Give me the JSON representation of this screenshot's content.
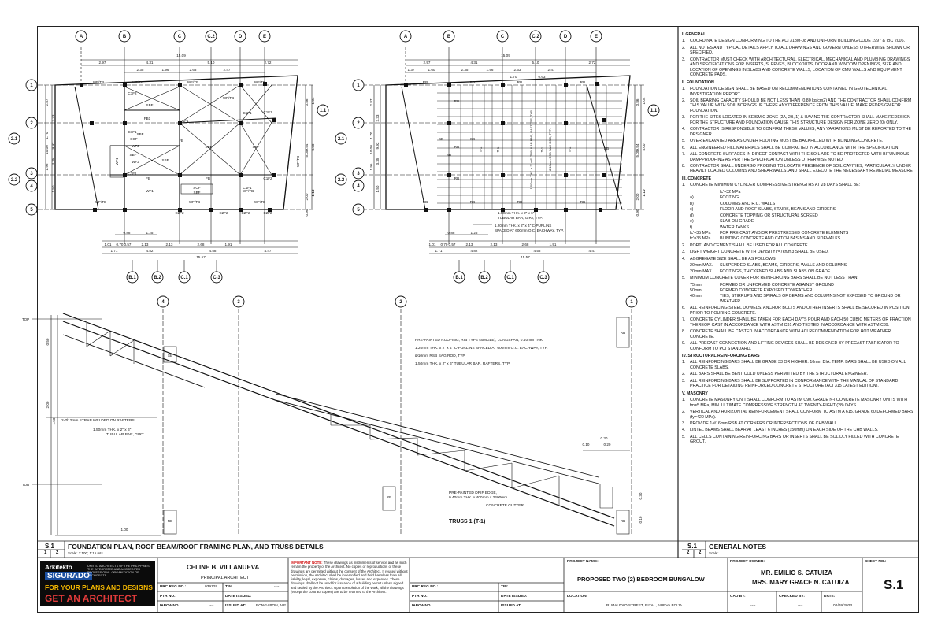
{
  "grid": {
    "top_letters": [
      "A",
      "B",
      "C",
      "C.2",
      "D",
      "E"
    ],
    "left_numbers": [
      "1",
      "2",
      "2.1",
      "3",
      "2.2",
      "4",
      "5"
    ],
    "right_numbers": [
      "1.1"
    ],
    "bottom_letters": [
      "B.1",
      "B.2",
      "C.1",
      "C.3"
    ],
    "truss_axes": [
      "4",
      "3",
      "2",
      "1"
    ]
  },
  "plan_dims": {
    "overall": "15.09",
    "top_row1": [
      "2.97",
      "4.31",
      "5.10",
      "2.72"
    ],
    "top_row2": [
      "2.35",
      "1.96",
      "2.63",
      "2.47"
    ],
    "top_row2_framing": [
      "1.37",
      "1.60",
      "2.35",
      "1.96",
      "2.63",
      "2.47"
    ],
    "top_row3_framing": [
      "1.70",
      "0.63"
    ],
    "left": [
      "2.87",
      "3.33",
      "1.70",
      "9.92",
      "10.00",
      "3.35",
      "1.95",
      "1.50",
      "2.00",
      "3.33",
      "2.00",
      "1.85",
      "0.50",
      "0.50"
    ],
    "right": [
      "0.86",
      "1.04",
      "5.05",
      "8.00",
      "9.54",
      "1.10",
      "2.00",
      "1.10",
      "0.90"
    ],
    "bottom_row1": [
      "0.88",
      "1.25"
    ],
    "bottom_row2": [
      "1.01",
      "0.70",
      "0.57",
      "2.13",
      "2.13",
      "2.68",
      "1.91"
    ],
    "bottom_row3": [
      "1.71",
      "4.82",
      "4.58",
      "4.47"
    ],
    "bottom_overall": "15.57"
  },
  "plan_labels": {
    "wf_tb": "WF/TB",
    "wf": "WF",
    "fb": "FB",
    "fb1": "FB1",
    "sbf": "SBF",
    "sof": "SOF",
    "c1f1": "C1F1",
    "c1f2": "C1F2",
    "c2f2": "C2F2",
    "c1f": "C1F",
    "wf1": "WF1",
    "wf2": "WF2",
    "rb": "RB",
    "sb": "SB",
    "t1": "T-1",
    "purlins_note1": "1.50mm THK. x 2\" x 6\"",
    "purlins_note2": "TUBULAR BAR, GIRT, TYP.",
    "purlins_note3": "1.20mm THK. x 2\" x 4\" C-PURLINS",
    "purlins_note4": "SPACED AT 600mm O.C. EACHWAY, TYP.",
    "rafters_vertical": "1.50mm THK. x 2\" x 6\" TUBULAR BAR, RAFTERS, TYP.",
    "sagrod_vertical": "Ø10mm RSB SAG ROD, TYP."
  },
  "truss": {
    "title": "TRUSS 1  (T-1)",
    "top_level": "TOP",
    "bottom_level": "TOB",
    "notes": [
      "PRE-PAINTED ROOFING, RIB TYPE (SINGLE), LONGSPAN, 0.40mm THK.",
      "1.20mm THK. x 2\" x 4\" C-PURLINS SPACED AT 600mm O.C. EACHWAY, TYP.",
      "Ø10mm RSB SAG ROD, TYP.",
      "1.50mm THK. x 2\" x 6\" TUBULAR BAR, RAFTERS, TYP."
    ],
    "strap": "2-Ø12mm STRAP WELDED ON RAFTERS",
    "girt1": "1.50mm THK. x 2\" x 6\"",
    "girt2": "TUBULAR BAR, GIRT",
    "drip1": "PRE-PAINTED DRIP EDGE,",
    "drip2": "0.40mm THK. x 400mm x 2400mm",
    "gutter": "CONCRETE GUTTER",
    "dims": [
      "0.50",
      "2.00",
      "1.50",
      "1.00",
      "0.30",
      "0.10",
      "0.20",
      "0.30",
      "0.10"
    ]
  },
  "notes": {
    "sections": [
      {
        "h": "I.   GENERAL",
        "items": [
          "COORDINATE DESIGN CONFORMING TO THE ACI 318M-08 AND UNIFORM BUILDING CODE 1997  &  IBC 2006.",
          "ALL NOTES AND TYPICAL DETAILS APPLY TO ALL DRAWINGS AND GOVERN UNLESS OTHERWISE SHOWN OR SPECIFIED.",
          "CONTRACTOR MUST CHECK WITH ARCHITECTURAL, ELECTRICAL, MECHANICAL AND PLUMBING DRAWINGS AND SPECIFICATIONS FOR INSERTS, SLEEVES, BLOCKOUTS, DOOR AND WINDOW OPENINGS, SIZE AND LOCATION OF OPENINGS IN SLABS AND CONCRETE WALLS, LOCATION OF CMU WALLS AND EQUIPMENT CONCRETE PADS."
        ]
      },
      {
        "h": "II.  FOUNDATION",
        "items": [
          "FOUNDATION DESIGN SHALL BE BASED ON RECOMMENDATIONS CONTAINED IN GEOTECHNICAL INVESTIGATION REPORT.",
          "SOIL BEARING CAPACITY SHOULD BE NOT LESS THAN (0.80 kg/cm2) AND THE CONTRACTOR SHALL CONFIRM THIS VALUE  WITH  SOIL  BORINGS. IF THERE ANY DIFFERENCE FROM THIS VALUE, MAKE REDESIGN FOR FOUNDATION.",
          "FOR THE SITES LOCATED IN SEISMIC ZONE (2A, 2B, 1) & HAVING THE CONTRACTOR SHALL MAKE REDESIGN FOR THE STRUCTURE AND FOUNDATION CAUSE THIS STRUCTURE DESIGN FOR ZONE ZERO (0) ONLY.",
          "CONTRACTOR IS RESPONSIBLE TO CONFIRM THESE VALUES, ANY VARIATIONS MUST BE REPORTED TO THE DESIGNER.",
          "OVER EXCAVATED AREAS UNDER FOOTING MUST BE BACKFILLED WITH BLINDING CONCRETE.",
          "ALL ENGINEERED FILL MATERIALS SHALL BE COMPACTED IN ACCORDANCE WITH THE SPECIFICATION.",
          "ALL CONCRETE SURFACES IN DIRECT CONTACT WITH THE SOIL ARE TO BE PROTECTED WITH BITUMINOUS DAMPPROOFING AS PER THE SPECIFICATION UNLESS OTHERWISE NOTED.",
          "CONTRACTOR SHALL UNDERGO PROBING TO LOCATE PRESENCE OF SOIL CAVITIES, PARTICULARLY UNDER HEAVILY LOADED COLUMNS AND SHEARWALLS, AND SHALL EXECUTE THE NECESSARY REMEDIAL MEASURE."
        ]
      }
    ],
    "concrete_h": "III. CONCRETE",
    "concrete_1": "CONCRETE MINIMUM CYLINDER COMPRESSIVE STRENGTHS AT 28 DAYS SHALL BE:",
    "fc32": "fc'=32 MPa",
    "list_a": [
      [
        "a)",
        "FOOTING"
      ],
      [
        "b)",
        "COLUMNS AND R.C. WALLS"
      ],
      [
        "c)",
        "FLOOR AND ROOF SLABS, STAIRS, BEAMS AND GIRDERS"
      ],
      [
        "d)",
        "CONCRETE TOPPING OR STRUCTURAL SCREED"
      ],
      [
        "e)",
        "SLAB ON GRADE"
      ],
      [
        "f)",
        "WATER TANKS"
      ]
    ],
    "fc35a": [
      "fc'=35  MPa",
      "FOR PRE-CAST AND/OR PRESTRESSED CONCRETE ELEMENTS"
    ],
    "fc35b": [
      "fc'=35  MPa",
      "BLINDING CONCRETE AND CATCH BASINS AND SIDEWALKS"
    ],
    "c2": "PORTLAND CEMENT SHALL BE USED FOR ALL CONCRETE.",
    "c3": "LIGHT WEIGHT CONCRETE WITH DENSITY r=7kn/m3 SHALL BE USED.",
    "c4": "AGGREGATE SIZE SHALL BE AS FOLLOWS:",
    "agg": [
      [
        "20mm  MAX.",
        "SUSPENDED SLABS, BEAMS, GIRDERS, WALLS AND COLUMNS"
      ],
      [
        "20mm  MAX.",
        "FOOTINGS, THICKENED SLABS AND SLABS ON GRADE"
      ]
    ],
    "c5": "MINIMUM CONCRETE COVER FOR REINFORCING BARS SHALL BE NOT LESS THAN:",
    "cover": [
      [
        "75mm.",
        "FORMED OR UNFORMED CONCRETE AGAINST GROUND"
      ],
      [
        "50mm.",
        "FORMED CONCRETE EXPOSED TO WEATHER"
      ],
      [
        "40mm.",
        "TIES, STIRRUPS  AND SPIRALS OF BEAMS AND COLUMNS NOT EXPOSED TO GROUND OR  WEATHER"
      ]
    ],
    "c6": "ALL REINFORCING STEEL DOWELS, ANCHOR BOLTS AND OTHER INSERTS SHALL BE SECURED IN POSITION PRIOR TO POURING CONCRETE.",
    "c7": "CONCRETE CYLINDER SHALL BE TAKEN FOR EACH DAY'S POUR AND EACH 50 CUBIC METERS OR FRACTION THEREOF, CAST IN ACCORDANCE WITH ASTM C31 AND TESTED IN ACCORDANCE WITH ASTM C39.",
    "c8": "CONCRETE SHALL BE CASTED IN ACCORDANCE WITH ACI RECOMMENDATION FOR HOT WEATHER CONCRETE.",
    "c9": "ALL PRECAST CONNECTION AND LIFTING DEVICES SHALL BE DESIGNED BY PRECAST FABRICATOR TO CONFORM TO PCI STANDARD.",
    "srb_h": "IV.  STRUCTURAL REINFORCING BARS",
    "srb": [
      "ALL REINFORCING BARS SHALL BE GRADE 33 OR HIGHER. 10mm DIA. TEMP.  BARS SHALL BE USED ON ALL CONCRETE SLABS.",
      "ALL BARS SHALL BE BENT COLD UNLESS PERMITTED BY THE STRUCTURAL ENGINEER.",
      "ALL REINFORCING BARS SHALL BE SUPPORTED IN CONFORMANCE WITH THE MANUAL OF STANDARD PRACTICE FOR DETAILING REINFORCED CONCRETE STRUCTURE (ACI 315 LATEST EDITION)."
    ],
    "mas_h": "V.   MASONRY",
    "mas": [
      "CONCRETE MASONRY UNIT SHALL CONFORM TO ASTM C90. GRADE N-I CONCRETE MASONRY UNITS WITH fm=5 MPa, MIN. ULTIMATE COMPRESSIVE STRENGTH AT TWENTY-EIGHT (28) DAYS.",
      "VERTICAL AND HORIZONTAL REINFORCEMENT SHALL CONFORM TO ASTM A 615, GRADE 60 DEFORMED BARS (fy=420 MPa).",
      "PROVIDE 1-#16mm RSB AT CORNERS OR INTERSECTIONS OF CHB WALL.",
      "LINTEL BEAMS SHALL BEAR AT LEAST 6 INCHES (150mm) ON EACH SIDE OF THE CHB WALLS.",
      "ALL CELLS CONTAINING REINFORCING BARS OR INSERTS SHALL BE SOLIDLY FILLED WITH  CONCRETE GROUT."
    ]
  },
  "titlebar_left": {
    "sheet": "S.1",
    "num1": "1",
    "num2": "2",
    "title": "FOUNDATION PLAN, ROOF BEAM/ROOF FRAMING PLAN, AND TRUSS DETAILS",
    "scale": "Scale: 1:100; 1:15  mts"
  },
  "titlebar_right": {
    "sheet": "S.1",
    "num1": "2",
    "num2": "2",
    "title": "GENERAL NOTES",
    "scale": "Scale:"
  },
  "titleblock": {
    "logo_1": "Arkitekto",
    "logo_2": "SIGURADO",
    "logo_3": "UNITED ARCHITECTS OF THE PHILIPPINES THE INTEGRATED AND ACCREDITED PROFESSIONAL ORGANIZATION OF ARCHITECTS",
    "logo_4": "FOR YOUR PLANS AND DESIGNS",
    "logo_5": "GET AN ARCHITECT",
    "architect": "CELINE B. VILLANUEVA",
    "role": "PRINCIPAL ARCHITECT",
    "prc_label": "PRC REG NO.:",
    "prc": "039129",
    "tin_label": "TIN:",
    "tin": "----",
    "ptr_label": "PTR NO.:",
    "date_issued": "DATE ISSUED:",
    "iapoa_label": "IAPOA NO.:",
    "iapoa": "----",
    "issued_at": "ISSUED AT:",
    "issued_place": "BONGABON, N.E.",
    "important_h": "IMPORTANT NOTE:",
    "important": "These drawings as instruments of service and as such remain the property of the Architect. No copies or reproductions of these drawings are permitted without the consent of the Architect. If reused without permission, the Architect shall be indemnified and held harmless from all liability, legal, exposure, claims, damages, losses and expenses. These drawings shall not be used for issuance of a building permit unless signed and sealed by the Architect. Upon completion of the work, all the drawings (except the contract copies) are to be returned to the Architect.",
    "prc2": "PRC REG NO.:",
    "tin2": "TIN:",
    "ptr2": "PTR NO.:",
    "date2": "DATE ISSUED:",
    "iapoa2": "IAPOA NO.:",
    "issued2": "ISSUED AT:",
    "project_name_label": "PROJECT NAME:",
    "project_name": "PROPOSED TWO (2) BEDROOM BUNGALOW",
    "location_label": "LOCATION:",
    "location": "R. MAUYAO STREET, RIZAL, NUEVA ECIJA",
    "owner_label": "PROJECT OWNER:",
    "owner1": "MR. EMILIO S. CATUIZA",
    "owner2": "MRS. MARY GRACE N. CATUIZA",
    "cad_label": "CAD BY:",
    "cad": "----",
    "checked_label": "CHECKED BY:",
    "checked": "----",
    "date_label": "DATE:",
    "date": "02/09/2023",
    "sheet_label": "SHEET NO.:",
    "sheet": "S.1"
  }
}
